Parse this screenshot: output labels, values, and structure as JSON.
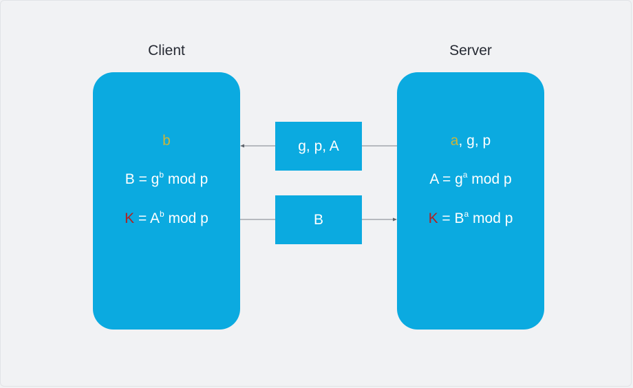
{
  "client": {
    "title": "Client",
    "secret": "b",
    "public_lhs": "B = g",
    "public_exp": "b",
    "public_rhs": " mod p",
    "key_var": "K",
    "key_mid": " = A",
    "key_exp": "b",
    "key_rhs": " mod p"
  },
  "server": {
    "title": "Server",
    "secret": "a",
    "params": ", g, p",
    "public_lhs": "A = g",
    "public_exp": "a",
    "public_rhs": " mod p",
    "key_var": "K",
    "key_mid": " = B",
    "key_exp": "a",
    "key_rhs": " mod p"
  },
  "messages": {
    "to_client": "g, p, A",
    "to_server": "B"
  },
  "colors": {
    "panel": "#0baae0",
    "secret": "#cbb53b",
    "key": "#b12121",
    "background": "#f1f2f4"
  }
}
